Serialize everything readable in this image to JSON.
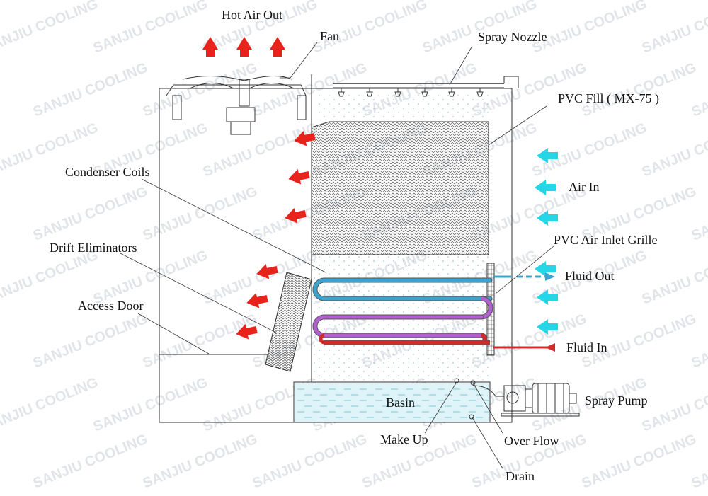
{
  "diagram": {
    "labels": {
      "hot_air_out": "Hot Air Out",
      "fan": "Fan",
      "spray_nozzle": "Spray Nozzle",
      "pvc_fill": "PVC Fill ( MX-75 )",
      "condenser_coils": "Condenser Coils",
      "air_in": "Air In",
      "pvc_air_inlet_grille": "PVC Air Inlet Grille",
      "drift_eliminators": "Drift Eliminators",
      "fluid_out": "Fluid Out",
      "access_door": "Access Door",
      "fluid_in": "Fluid In",
      "basin": "Basin",
      "spray_pump": "Spray Pump",
      "make_up": "Make Up",
      "over_flow": "Over Flow",
      "drain": "Drain"
    },
    "watermark": "SANJIU COOLING",
    "colors": {
      "hot_air": "#e8231c",
      "cool_air": "#24d6e6",
      "fluid_out_pipe": "#3aa3cf",
      "mid_coil": "#b25fd0",
      "fluid_in_pipe": "#d42a2a",
      "line": "#333333"
    }
  }
}
